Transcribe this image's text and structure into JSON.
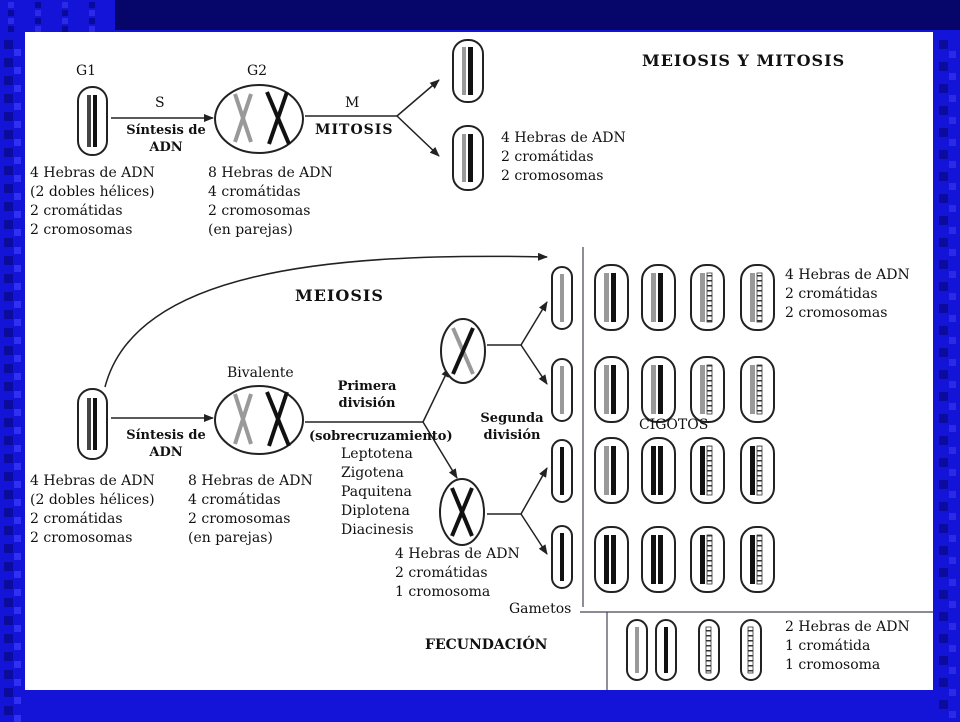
{
  "title": "MEIOSIS Y MITOSIS",
  "phases": {
    "g1": "G1",
    "g2": "G2",
    "s": "S",
    "m": "M"
  },
  "labels": {
    "sintesis_de_adn": [
      "Síntesis de",
      "ADN"
    ],
    "mitosis": "MITOSIS",
    "meiosis": "MEIOSIS",
    "bivalente": "Bivalente",
    "primera_division": [
      "Primera",
      "división"
    ],
    "sobrecruzamiento": "(sobrecruzamiento)",
    "segunda_division": [
      "Segunda",
      "división"
    ],
    "cigotos": "CIGOTOS",
    "gametos": "Gametos",
    "fecundacion": "FECUNDACIÓN"
  },
  "prophase_stages": [
    "Leptotena",
    "Zigotena",
    "Paquitena",
    "Diplotena",
    "Diacinesis"
  ],
  "notes": {
    "g1_top": [
      "4 Hebras de ADN",
      "(2 dobles hélices)",
      "2 cromátidas",
      "2 cromosomas"
    ],
    "g2_top": [
      "8 Hebras de ADN",
      "4 cromátidas",
      "2 cromosomas",
      "(en parejas)"
    ],
    "mitosis_result": [
      "4 Hebras de ADN",
      "2 cromátidas",
      "2 cromosomas"
    ],
    "zygote_result": [
      "4 Hebras de ADN",
      "2 cromátidas",
      "2 cromosomas"
    ],
    "g1_bottom": [
      "4 Hebras de ADN",
      "(2 dobles hélices)",
      "2 cromátidas",
      "2 cromosomas"
    ],
    "g2_bottom": [
      "8 Hebras de ADN",
      "4 cromátidas",
      "2 cromosomas",
      "(en parejas)"
    ],
    "meiosis_one": [
      "4 Hebras de ADN",
      "2 cromátidas",
      "1 cromosoma"
    ],
    "gamete_result": [
      "2 Hebras de ADN",
      "1 cromátida",
      "1 cromosoma"
    ]
  }
}
